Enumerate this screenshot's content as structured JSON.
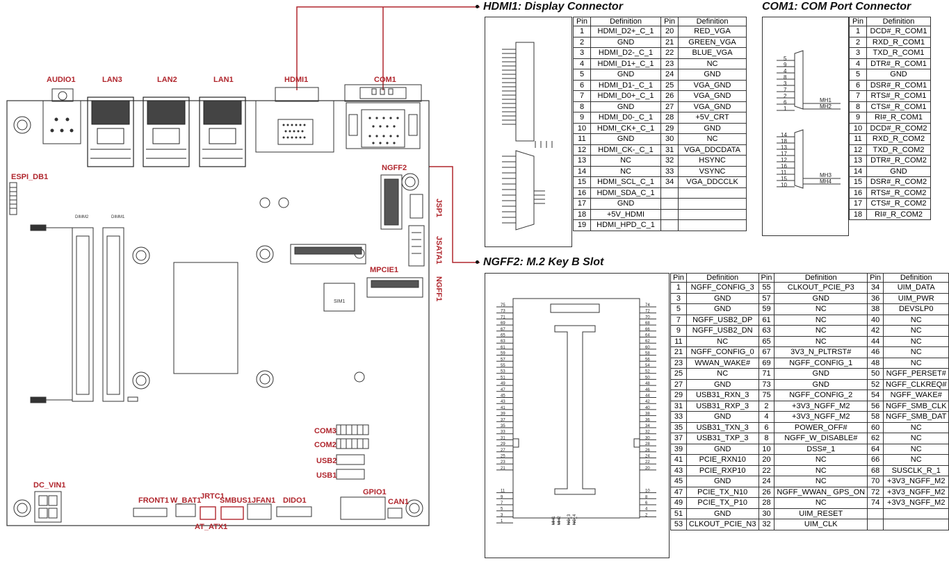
{
  "board_labels": {
    "audio1": "AUDIO1",
    "lan3": "LAN3",
    "lan2": "LAN2",
    "lan1": "LAN1",
    "hdmi1": "HDMI1",
    "com1": "COM1",
    "espi_db1": "ESPI_DB1",
    "ngff2": "NGFF2",
    "jsp1": "JSP1",
    "jsata1": "JSATA1",
    "mpcie1": "MPCIE1",
    "ngff1": "NGFF1",
    "com3": "COM3",
    "com2": "COM2",
    "usb2": "USB2",
    "usb1": "USB1",
    "dc_vin1": "DC_VIN1",
    "front1": "FRONT1",
    "w_bat1": "W_BAT1",
    "jrtc1": "JRTC1",
    "smbus1": "SMBUS1",
    "jfan1": "JFAN1",
    "dido1": "DIDO1",
    "gpio1": "GPIO1",
    "can1": "CAN1",
    "at_atx1": "AT_ATX1",
    "dimm2": "DIMM2",
    "dimm1": "DIMM1",
    "sim1": "SIM1"
  },
  "hdmi_section": {
    "title": "HDMI1: Display Connector",
    "headers": [
      "Pin",
      "Definition",
      "Pin",
      "Definition"
    ],
    "rows": [
      [
        "1",
        "HDMI_D2+_C_1",
        "20",
        "RED_VGA"
      ],
      [
        "2",
        "GND",
        "21",
        "GREEN_VGA"
      ],
      [
        "3",
        "HDMI_D2-_C_1",
        "22",
        "BLUE_VGA"
      ],
      [
        "4",
        "HDMI_D1+_C_1",
        "23",
        "NC"
      ],
      [
        "5",
        "GND",
        "24",
        "GND"
      ],
      [
        "6",
        "HDMI_D1-_C_1",
        "25",
        "VGA_GND"
      ],
      [
        "7",
        "HDMI_D0+_C_1",
        "26",
        "VGA_GND"
      ],
      [
        "8",
        "GND",
        "27",
        "VGA_GND"
      ],
      [
        "9",
        "HDMI_D0-_C_1",
        "28",
        "+5V_CRT"
      ],
      [
        "10",
        "HDMI_CK+_C_1",
        "29",
        "GND"
      ],
      [
        "11",
        "GND",
        "30",
        "NC"
      ],
      [
        "12",
        "HDMI_CK-_C_1",
        "31",
        "VGA_DDCDATA"
      ],
      [
        "13",
        "NC",
        "32",
        "HSYNC"
      ],
      [
        "14",
        "NC",
        "33",
        "VSYNC"
      ],
      [
        "15",
        "HDMI_SCL_C_1",
        "34",
        "VGA_DDCCLK"
      ],
      [
        "16",
        "HDMI_SDA_C_1",
        "",
        ""
      ],
      [
        "17",
        "GND",
        "",
        ""
      ],
      [
        "18",
        "+5V_HDMI",
        "",
        ""
      ],
      [
        "19",
        "HDMI_HPD_C_1",
        "",
        ""
      ]
    ]
  },
  "com_section": {
    "title": "COM1: COM Port Connector",
    "headers": [
      "Pin",
      "Definition"
    ],
    "rows": [
      [
        "1",
        "DCD#_R_COM1"
      ],
      [
        "2",
        "RXD_R_COM1"
      ],
      [
        "3",
        "TXD_R_COM1"
      ],
      [
        "4",
        "DTR#_R_COM1"
      ],
      [
        "5",
        "GND"
      ],
      [
        "6",
        "DSR#_R_COM1"
      ],
      [
        "7",
        "RTS#_R_COM1"
      ],
      [
        "8",
        "CTS#_R_COM1"
      ],
      [
        "9",
        "RI#_R_COM1"
      ],
      [
        "10",
        "DCD#_R_COM2"
      ],
      [
        "11",
        "RXD_R_COM2"
      ],
      [
        "12",
        "TXD_R_COM2"
      ],
      [
        "13",
        "DTR#_R_COM2"
      ],
      [
        "14",
        "GND"
      ],
      [
        "15",
        "DSR#_R_COM2"
      ],
      [
        "16",
        "RTS#_R_COM2"
      ],
      [
        "17",
        "CTS#_R_COM2"
      ],
      [
        "18",
        "RI#_R_COM2"
      ]
    ],
    "diagram_labels": {
      "top_pins": [
        "5",
        "9",
        "4",
        "8",
        "3",
        "7",
        "2",
        "6",
        "1"
      ],
      "bottom_pins": [
        "14",
        "18",
        "13",
        "17",
        "12",
        "16",
        "11",
        "15",
        "10"
      ],
      "mh_top": [
        "MH1",
        "MH2"
      ],
      "mh_bottom": [
        "MH3",
        "MH4"
      ]
    }
  },
  "ngff_section": {
    "title": "NGFF2: M.2 Key B Slot",
    "headers": [
      "Pin",
      "Definition",
      "Pin",
      "Definition",
      "Pin",
      "Definition"
    ],
    "rows": [
      [
        "1",
        "NGFF_CONFIG_3",
        "55",
        "CLKOUT_PCIE_P3",
        "34",
        "UIM_DATA"
      ],
      [
        "3",
        "GND",
        "57",
        "GND",
        "36",
        "UIM_PWR"
      ],
      [
        "5",
        "GND",
        "59",
        "NC",
        "38",
        "DEVSLP0"
      ],
      [
        "7",
        "NGFF_USB2_DP",
        "61",
        "NC",
        "40",
        "NC"
      ],
      [
        "9",
        "NGFF_USB2_DN",
        "63",
        "NC",
        "42",
        "NC"
      ],
      [
        "11",
        "NC",
        "65",
        "NC",
        "44",
        "NC"
      ],
      [
        "21",
        "NGFF_CONFIG_0",
        "67",
        "3V3_N_PLTRST#",
        "46",
        "NC"
      ],
      [
        "23",
        "WWAN_WAKE#",
        "69",
        "NGFF_CONFIG_1",
        "48",
        "NC"
      ],
      [
        "25",
        "NC",
        "71",
        "GND",
        "50",
        "NGFF_PERSET#"
      ],
      [
        "27",
        "GND",
        "73",
        "GND",
        "52",
        "NGFF_CLKREQ#"
      ],
      [
        "29",
        "USB31_RXN_3",
        "75",
        "NGFF_CONFIG_2",
        "54",
        "NGFF_WAKE#"
      ],
      [
        "31",
        "USB31_RXP_3",
        "2",
        "+3V3_NGFF_M2",
        "56",
        "NGFF_SMB_CLK"
      ],
      [
        "33",
        "GND",
        "4",
        "+3V3_NGFF_M2",
        "58",
        "NGFF_SMB_DAT"
      ],
      [
        "35",
        "USB31_TXN_3",
        "6",
        "POWER_OFF#",
        "60",
        "NC"
      ],
      [
        "37",
        "USB31_TXP_3",
        "8",
        "NGFF_W_DISABLE#",
        "62",
        "NC"
      ],
      [
        "39",
        "GND",
        "10",
        "DSS#_1",
        "64",
        "NC"
      ],
      [
        "41",
        "PCIE_RXN10",
        "20",
        "NC",
        "66",
        "NC"
      ],
      [
        "43",
        "PCIE_RXP10",
        "22",
        "NC",
        "68",
        "SUSCLK_R_1"
      ],
      [
        "45",
        "GND",
        "24",
        "NC",
        "70",
        "+3V3_NGFF_M2"
      ],
      [
        "47",
        "PCIE_TX_N10",
        "26",
        "NGFF_WWAN_ GPS_ON",
        "72",
        "+3V3_NGFF_M2"
      ],
      [
        "49",
        "PCIE_TX_P10",
        "28",
        "NC",
        "74",
        "+3V3_NGFF_M2"
      ],
      [
        "51",
        "GND",
        "30",
        "UIM_RESET",
        "",
        ""
      ],
      [
        "53",
        "CLKOUT_PCIE_N3",
        "32",
        "UIM_CLK",
        "",
        ""
      ]
    ],
    "diagram_labels": {
      "left_pins": [
        "75",
        "73",
        "71",
        "69",
        "67",
        "65",
        "63",
        "61",
        "59",
        "57",
        "55",
        "53",
        "51",
        "49",
        "47",
        "45",
        "43",
        "41",
        "39",
        "37",
        "35",
        "33",
        "31",
        "29",
        "27",
        "25",
        "23",
        "21",
        "11",
        "9",
        "7",
        "5",
        "3",
        "1"
      ],
      "right_pins": [
        "74",
        "72",
        "70",
        "68",
        "66",
        "64",
        "62",
        "60",
        "58",
        "56",
        "54",
        "52",
        "50",
        "48",
        "46",
        "44",
        "42",
        "40",
        "38",
        "36",
        "34",
        "32",
        "30",
        "28",
        "26",
        "24",
        "22",
        "20",
        "10",
        "8",
        "6",
        "4",
        "2"
      ],
      "bottom_labels": [
        "MH1",
        "MH2",
        "NC_3",
        "NC_4"
      ]
    }
  },
  "colors": {
    "accent_red": "#b0262d",
    "line": "#333333"
  }
}
